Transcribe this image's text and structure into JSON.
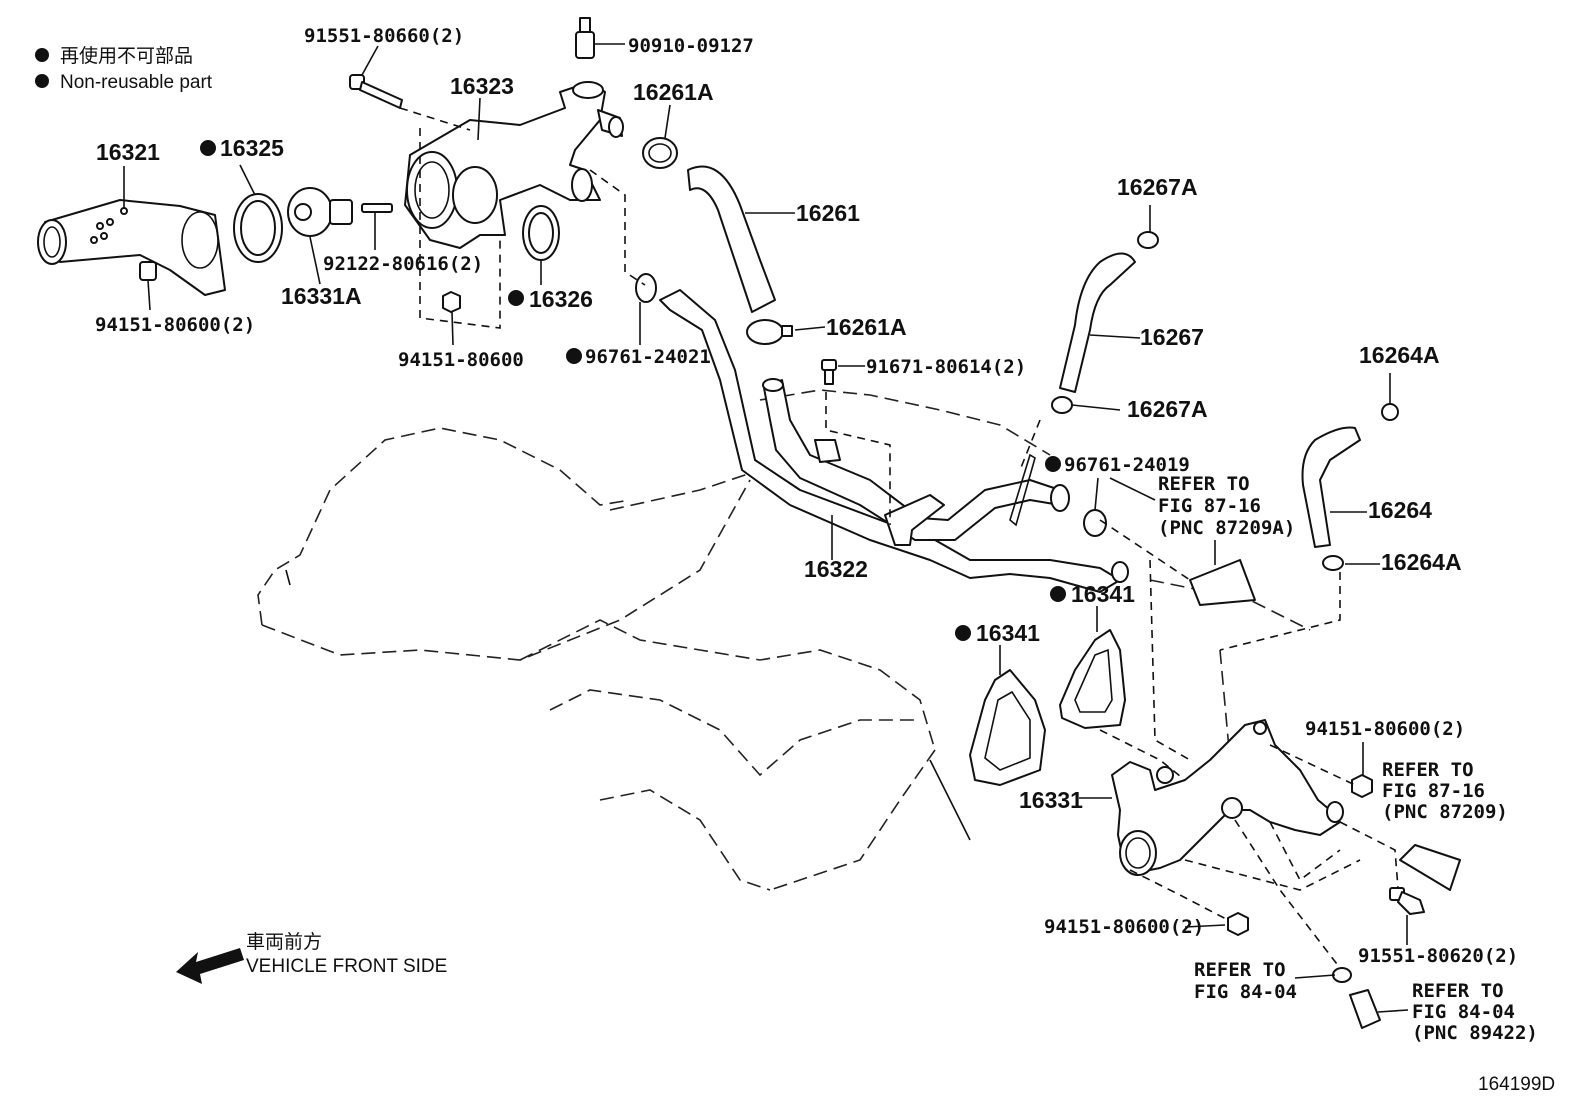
{
  "legend": {
    "jp": "再使用不可部品",
    "en": "Non-reusable part"
  },
  "direction": {
    "jp": "車両前方",
    "en": "VEHICLE FRONT SIDE"
  },
  "figure_id": "164199D",
  "labels": {
    "p91551_80660": "91551-80660(2)",
    "p90910_09127": "90910-09127",
    "p16323": "16323",
    "p16261A_top": "16261A",
    "p16321": "16321",
    "p16325": "16325",
    "p16261": "16261",
    "p16267A_top": "16267A",
    "p92122_80616": "92122-80616(2)",
    "p16331A": "16331A",
    "p16326": "16326",
    "p94151_80600_2a": "94151-80600(2)",
    "p94151_80600": "94151-80600",
    "p96761_24021": "96761-24021",
    "p16261A_mid": "16261A",
    "p16267": "16267",
    "p91671_80614": "91671-80614(2)",
    "p16264A_top": "16264A",
    "p16267A_mid": "16267A",
    "p96761_24019": "96761-24019",
    "p16264": "16264",
    "p16264A_mid": "16264A",
    "p16322": "16322",
    "p16341_a": "16341",
    "p16341_b": "16341",
    "p94151_80600_2b": "94151-80600(2)",
    "p16331": "16331",
    "p94151_80600_2c": "94151-80600(2)",
    "p91551_80620": "91551-80620(2)"
  },
  "refers": {
    "r87_16a": [
      "REFER TO",
      "FIG 87-16",
      "(PNC 87209A)"
    ],
    "r87_16b": [
      "REFER TO",
      "FIG 87-16",
      "(PNC 87209)"
    ],
    "r84_04a": [
      "REFER TO",
      "FIG 84-04"
    ],
    "r84_04b": [
      "REFER TO",
      "FIG 84-04",
      "(PNC 89422)"
    ]
  }
}
